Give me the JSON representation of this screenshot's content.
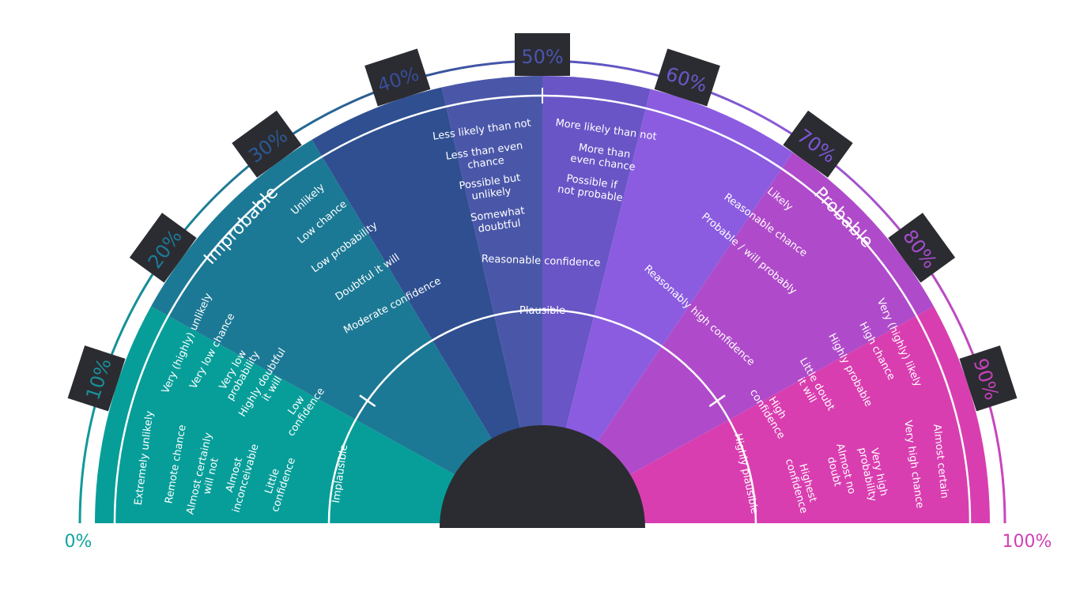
{
  "colors": {
    "hub": "#2b2c31",
    "label_box": "#2b2c31",
    "ring_left": "#119a9a",
    "ring_right": "#cc44bb",
    "end_left": "#0ea59a",
    "end_right": "#d23fb4"
  },
  "segments": [
    {
      "name": "remote",
      "color": "#079e99",
      "phrases": [
        {
          "lines": [
            "Extremely unlikely"
          ]
        },
        {
          "lines": [
            "Remote chance"
          ]
        },
        {
          "lines": [
            "Almost certainly",
            "will not"
          ]
        },
        {
          "lines": [
            "Almost",
            "inconceivable"
          ]
        },
        {
          "lines": [
            "Little",
            "confidence"
          ]
        }
      ]
    },
    {
      "name": "highly-unlikely",
      "color": "#1c7995",
      "phrases": [
        {
          "lines": [
            "Very (highly) unlikely"
          ]
        },
        {
          "lines": [
            "Very low chance"
          ]
        },
        {
          "lines": [
            "Very low",
            "probability"
          ]
        },
        {
          "lines": [
            "Highly doubtful",
            "it will"
          ]
        },
        {
          "lines": [
            "Low",
            "confidence"
          ]
        }
      ]
    },
    {
      "name": "unlikely",
      "color": "#2f4f91",
      "phrases": [
        {
          "lines": [
            "Unlikely"
          ]
        },
        {
          "lines": [
            "Low chance"
          ]
        },
        {
          "lines": [
            "Low probability"
          ]
        },
        {
          "lines": [
            "Doubtful it will"
          ]
        },
        {
          "lines": [
            "Moderate confidence"
          ]
        }
      ]
    },
    {
      "name": "realistic-possibility-low",
      "color": "#4a57a8",
      "phrases": [
        {
          "lines": [
            "Less likely than not"
          ]
        },
        {
          "lines": [
            "Less than even",
            "chance"
          ]
        },
        {
          "lines": [
            "Possible but",
            "unlikely"
          ]
        },
        {
          "lines": [
            "Somewhat",
            "doubtful"
          ]
        }
      ]
    },
    {
      "name": "realistic-possibility-high",
      "color": "#6a55c6",
      "phrases": [
        {
          "lines": [
            "More likely than not"
          ]
        },
        {
          "lines": [
            "More than",
            "even chance"
          ]
        },
        {
          "lines": [
            "Possible if",
            "not probable"
          ]
        }
      ]
    },
    {
      "name": "likely",
      "color": "#8b5ce0",
      "phrases": [
        {
          "lines": [
            "Likely"
          ]
        },
        {
          "lines": [
            "Reasonable chance"
          ]
        },
        {
          "lines": [
            "Probable / will probably"
          ]
        },
        {
          "lines": [
            "Reasonably high confidence"
          ]
        }
      ]
    },
    {
      "name": "highly-likely",
      "color": "#af4bca",
      "phrases": [
        {
          "lines": [
            "Very (highly) likely"
          ]
        },
        {
          "lines": [
            "High chance"
          ]
        },
        {
          "lines": [
            "Highly probable"
          ]
        },
        {
          "lines": [
            "Little doubt",
            "it will"
          ]
        },
        {
          "lines": [
            "High",
            "confidence"
          ]
        }
      ]
    },
    {
      "name": "almost-certain",
      "color": "#d93eb0",
      "phrases": [
        {
          "lines": [
            "Almost certain"
          ]
        },
        {
          "lines": [
            "Very high chance"
          ]
        },
        {
          "lines": [
            "Very high",
            "probability"
          ]
        },
        {
          "lines": [
            "Almost no",
            "doubt"
          ]
        },
        {
          "lines": [
            "Highest",
            "confidence"
          ]
        }
      ]
    }
  ],
  "shared_phrase": "Reasonable confidence",
  "band_labels": [
    "Improbable",
    "Probable"
  ],
  "inner_labels": [
    "Implausible",
    "Plausible",
    "Highly plausible"
  ],
  "percent_labels": [
    {
      "label": "10%",
      "value": 10,
      "color": "#1a8f9a"
    },
    {
      "label": "20%",
      "value": 20,
      "color": "#1d7a99"
    },
    {
      "label": "30%",
      "value": 30,
      "color": "#2c5a93"
    },
    {
      "label": "40%",
      "value": 40,
      "color": "#3a4d99"
    },
    {
      "label": "50%",
      "value": 50,
      "color": "#4a55ae"
    },
    {
      "label": "60%",
      "value": 60,
      "color": "#6a58c8"
    },
    {
      "label": "70%",
      "value": 70,
      "color": "#7e57d6"
    },
    {
      "label": "80%",
      "value": 80,
      "color": "#a64dcd"
    },
    {
      "label": "90%",
      "value": 90,
      "color": "#c642b8"
    }
  ],
  "end_labels": {
    "left": "0%",
    "right": "100%"
  }
}
